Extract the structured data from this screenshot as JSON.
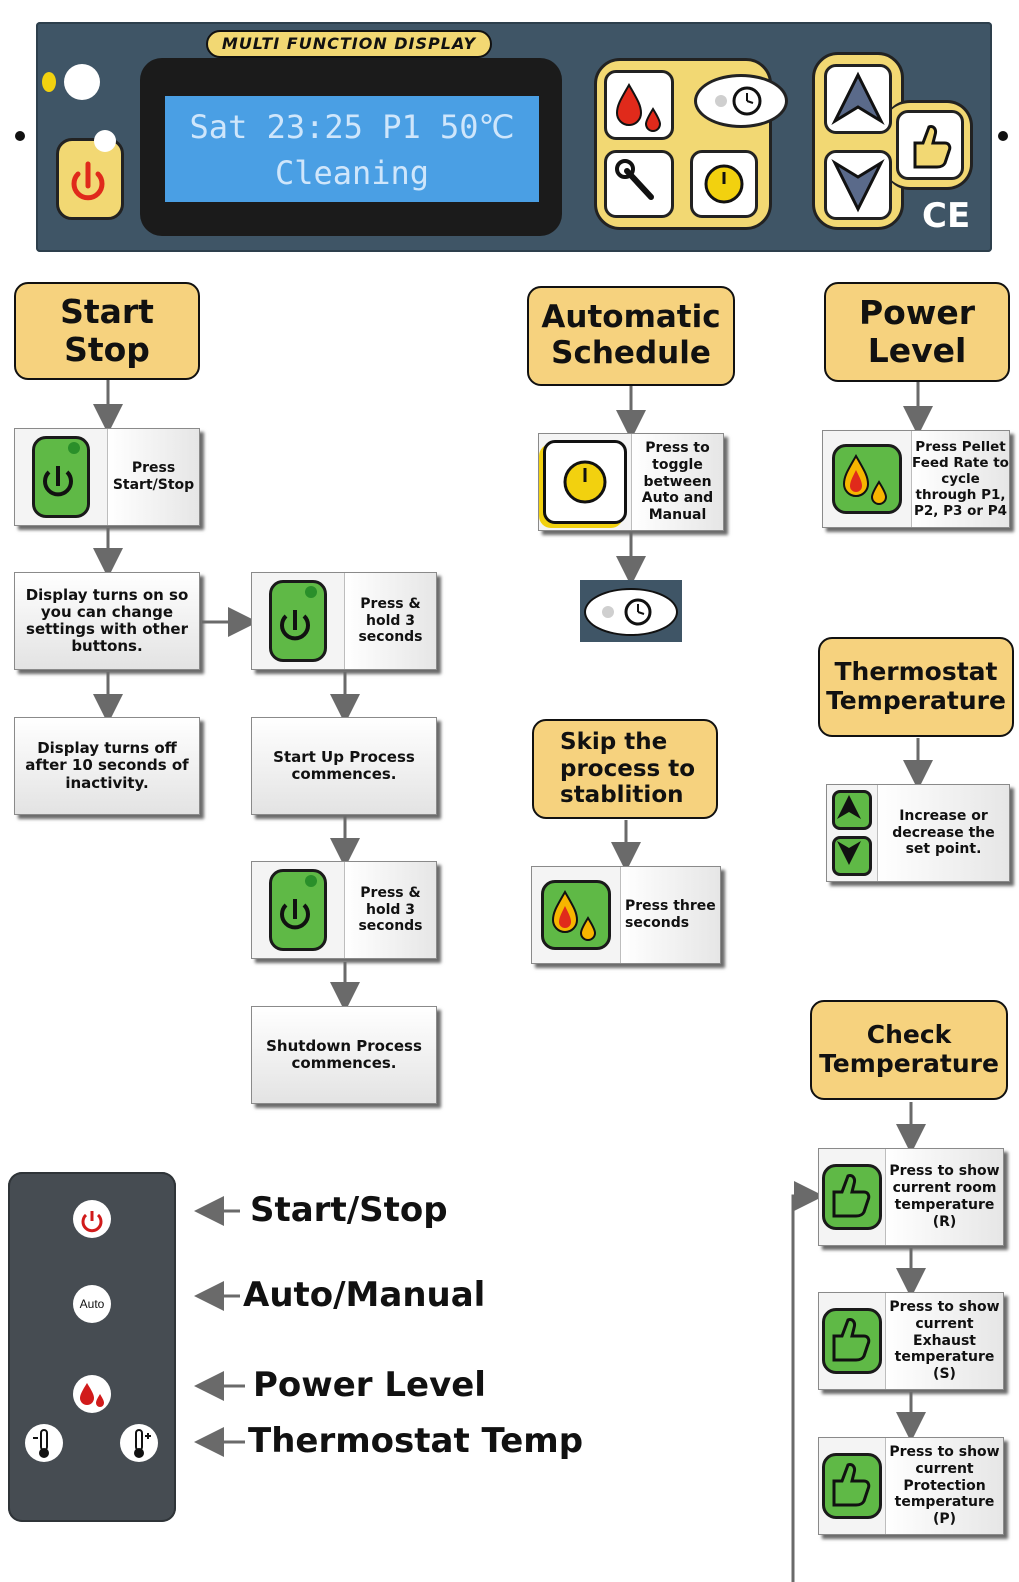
{
  "panel": {
    "title": "MULTI FUNCTION DISPLAY",
    "lcd_line1": "Sat 23:25 P1 50℃",
    "lcd_line2": "Cleaning",
    "ce_mark": "CE"
  },
  "start_stop": {
    "header": "Start\nStop",
    "press_text": "Press Start/Stop",
    "display_on": "Display turns on so you can change settings with other buttons.",
    "display_off": "Display turns off after 10 seconds of inactivity.",
    "hold_1": "Press & hold 3 seconds",
    "startup": "Start Up Process commences.",
    "hold_2": "Press & hold 3 seconds",
    "shutdown": "Shutdown Process commences."
  },
  "automatic_schedule": {
    "header": "Automatic\nSchedule",
    "toggle_text": "Press to toggle between Auto and Manual"
  },
  "skip": {
    "header": "Skip the\nprocess to\nstablition",
    "press_text": "Press three seconds"
  },
  "power_level": {
    "header": "Power\nLevel",
    "press_text": "Press Pellet Feed Rate to cycle through P1, P2, P3 or P4"
  },
  "thermostat": {
    "header": "Thermostat\nTemperature",
    "press_text": "Increase or decrease the set point."
  },
  "check_temperature": {
    "header": "Check\nTemperature",
    "room": "Press to show current room temperature (R)",
    "exhaust": "Press to show current Exhaust temperature (S)",
    "protection": "Press to show current Protection temperature (P)"
  },
  "remote": {
    "auto_button": "Auto",
    "labels": [
      "Start/Stop",
      "Auto/Manual",
      "Power Level",
      "Thermostat Temp"
    ]
  },
  "colors": {
    "panel": "#3f5566",
    "lcd": "#4a9fe4",
    "header_fill": "#f6d27e",
    "button_green": "#5fb946",
    "panel_yellow": "#f2d873"
  }
}
